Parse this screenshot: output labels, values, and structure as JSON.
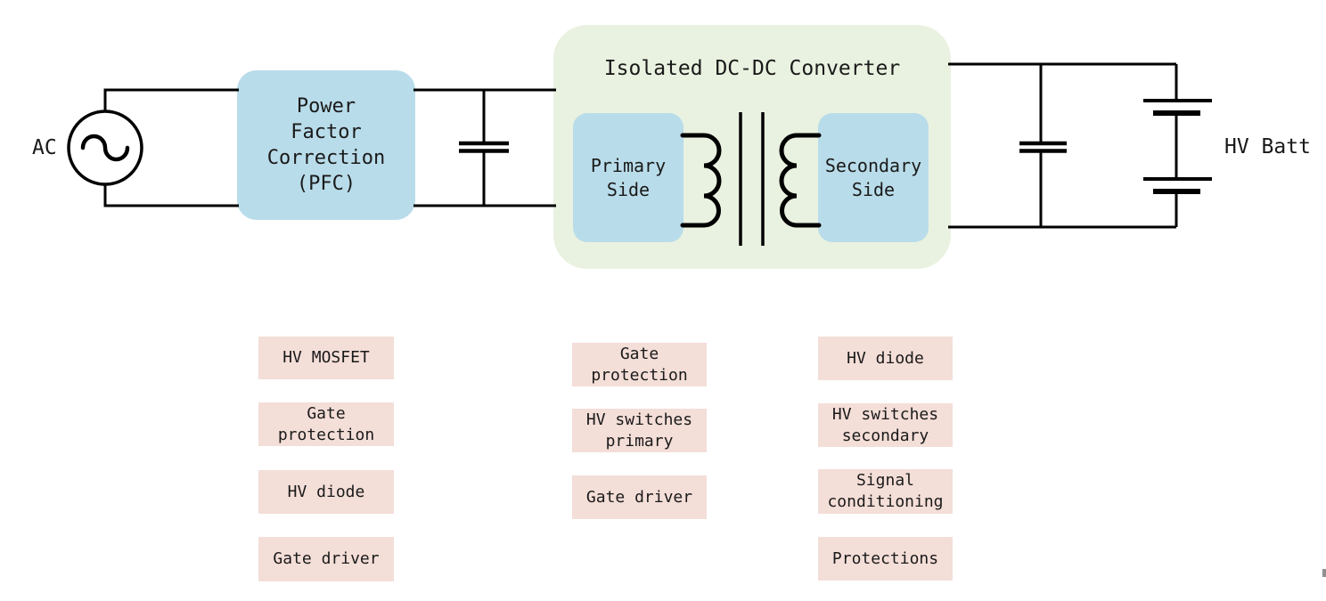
{
  "diagram": {
    "ac_source_label": "AC",
    "pfc_block_label": "Power\nFactor\nCorrection\n(PFC)",
    "converter_title": "Isolated DC-DC Converter",
    "primary_side_label": "Primary\nSide",
    "secondary_side_label": "Secondary\nSide",
    "battery_label": "HV Batt",
    "colors": {
      "block_blue": "#b9dcea",
      "block_green": "#e9f2e0",
      "chip_pink": "#f4ded8",
      "line_black": "#000000",
      "text_dark": "#1a1a1a"
    },
    "component_chips": {
      "pfc_column": [
        "HV MOSFET",
        "Gate\nprotection",
        "HV diode",
        "Gate driver"
      ],
      "primary_column": [
        "Gate\nprotection",
        "HV switches\nprimary",
        "Gate driver"
      ],
      "secondary_column": [
        "HV diode",
        "HV switches\nsecondary",
        "Signal\nconditioning",
        "Protections"
      ]
    }
  }
}
